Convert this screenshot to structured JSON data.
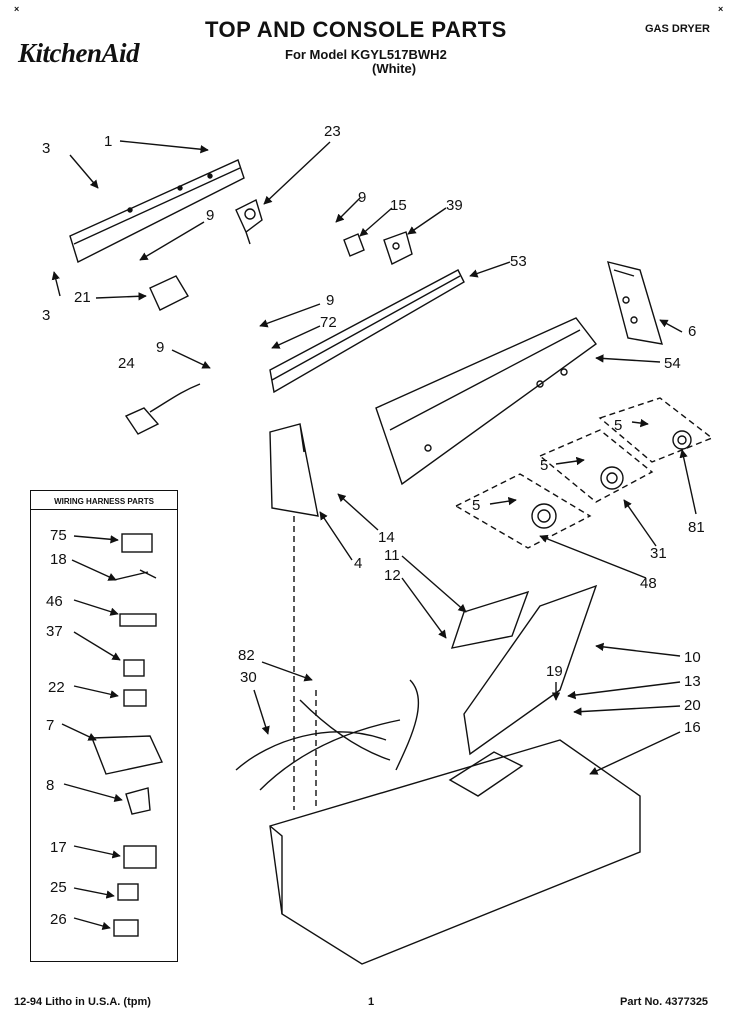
{
  "header": {
    "brand": "KitchenAid",
    "title": "TOP AND CONSOLE PARTS",
    "model_line": "For Model KGYL517BWH2",
    "color_line": "(White)",
    "product": "GAS DRYER"
  },
  "footer": {
    "litho": "12-94 Litho in U.S.A. (tpm)",
    "page": "1",
    "part_no": "Part No. 4377325"
  },
  "harness_box": {
    "title": "WIRING HARNESS PARTS"
  },
  "callouts": [
    {
      "id": "c3a",
      "label": "3"
    },
    {
      "id": "c1",
      "label": "1"
    },
    {
      "id": "c23",
      "label": "23"
    },
    {
      "id": "c9a",
      "label": "9"
    },
    {
      "id": "c9b",
      "label": "9"
    },
    {
      "id": "c15",
      "label": "15"
    },
    {
      "id": "c39",
      "label": "39"
    },
    {
      "id": "c53",
      "label": "53"
    },
    {
      "id": "c3b",
      "label": "3"
    },
    {
      "id": "c21",
      "label": "21"
    },
    {
      "id": "c9c",
      "label": "9"
    },
    {
      "id": "c72",
      "label": "72"
    },
    {
      "id": "c6",
      "label": "6"
    },
    {
      "id": "c24",
      "label": "24"
    },
    {
      "id": "c9d",
      "label": "9"
    },
    {
      "id": "c54",
      "label": "54"
    },
    {
      "id": "c5a",
      "label": "5"
    },
    {
      "id": "c5b",
      "label": "5"
    },
    {
      "id": "c5c",
      "label": "5"
    },
    {
      "id": "c14",
      "label": "14"
    },
    {
      "id": "c81",
      "label": "81"
    },
    {
      "id": "c4",
      "label": "4"
    },
    {
      "id": "c31",
      "label": "31"
    },
    {
      "id": "c11",
      "label": "11"
    },
    {
      "id": "c12",
      "label": "12"
    },
    {
      "id": "c48",
      "label": "48"
    },
    {
      "id": "c82",
      "label": "82"
    },
    {
      "id": "c10",
      "label": "10"
    },
    {
      "id": "c19",
      "label": "19"
    },
    {
      "id": "c30",
      "label": "30"
    },
    {
      "id": "c13",
      "label": "13"
    },
    {
      "id": "c20",
      "label": "20"
    },
    {
      "id": "c16",
      "label": "16"
    },
    {
      "id": "c75",
      "label": "75"
    },
    {
      "id": "c18",
      "label": "18"
    },
    {
      "id": "c46",
      "label": "46"
    },
    {
      "id": "c37",
      "label": "37"
    },
    {
      "id": "c22",
      "label": "22"
    },
    {
      "id": "c7",
      "label": "7"
    },
    {
      "id": "c8",
      "label": "8"
    },
    {
      "id": "c17",
      "label": "17"
    },
    {
      "id": "c25",
      "label": "25"
    },
    {
      "id": "c26",
      "label": "26"
    }
  ]
}
